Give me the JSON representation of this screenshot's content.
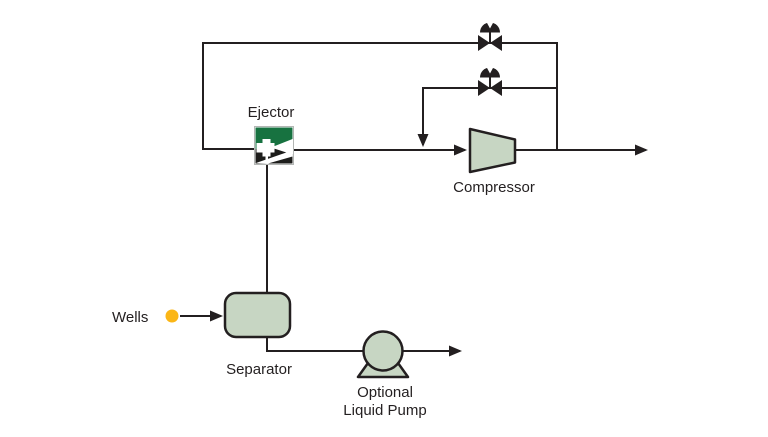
{
  "labels": {
    "ejector": "Ejector",
    "compressor": "Compressor",
    "separator": "Separator",
    "wells": "Wells",
    "pump_line1": "Optional",
    "pump_line2": "Liquid Pump"
  },
  "colors": {
    "pipe_line": "#231f20",
    "symbol_outline": "#231f20",
    "vessel_fill": "#c7d6c3",
    "ejector_green": "#177240",
    "ejector_dark": "#1d1d1b",
    "valve_dark": "#231f20",
    "wells_dot_yellow": "#fbb616",
    "background": "#ffffff"
  },
  "equipment": [
    {
      "id": "ejector",
      "label": "Ejector",
      "icon": "ejector-icon"
    },
    {
      "id": "compressor",
      "label": "Compressor",
      "icon": "compressor-icon"
    },
    {
      "id": "separator",
      "label": "Separator",
      "icon": "horizontal-vessel-icon"
    },
    {
      "id": "liquid-pump",
      "label": "Optional Liquid Pump",
      "icon": "centrifugal-pump-icon"
    },
    {
      "id": "wells-source",
      "label": "Wells",
      "icon": "source-dot-icon"
    },
    {
      "id": "recycle-valve-top",
      "icon": "actuated-valve-icon"
    },
    {
      "id": "recycle-valve-bypass",
      "icon": "actuated-valve-icon"
    }
  ]
}
